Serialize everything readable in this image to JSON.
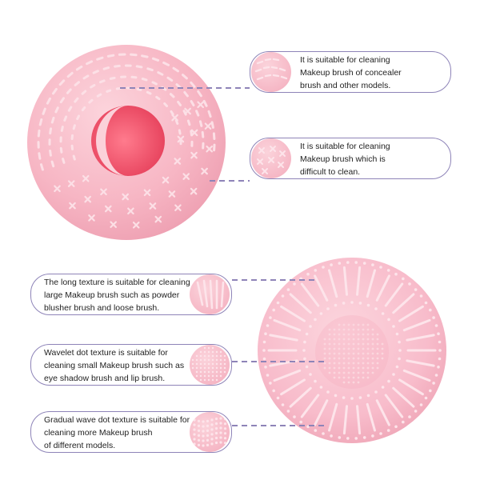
{
  "colors": {
    "pad_pink": "#f7b6c4",
    "pad_shadow": "#eea0b2",
    "hole_red": "#f2576e",
    "border_purple": "#8e84b8",
    "dash_purple": "#8e84b8",
    "text": "#222222"
  },
  "callouts": [
    {
      "text": "It is suitable for cleaning\nMakeup brush of concealer\nbrush and other models.",
      "thumb": "dash-texture-icon"
    },
    {
      "text": "It is suitable for cleaning\nMakeup brush which is\ndifficult to clean.",
      "thumb": "cross-texture-icon"
    },
    {
      "text": "The long texture is suitable for cleaning\nlarge Makeup brush such as powder\nblusher brush and loose brush.",
      "thumb": "long-ridge-texture-icon"
    },
    {
      "text": "Wavelet dot texture is suitable for\ncleaning small Makeup brush such as\neye shadow brush and lip brush.",
      "thumb": "small-dot-texture-icon"
    },
    {
      "text": "Gradual wave dot texture is suitable for\ncleaning more Makeup brush\nof different models.",
      "thumb": "wave-dot-texture-icon"
    }
  ]
}
